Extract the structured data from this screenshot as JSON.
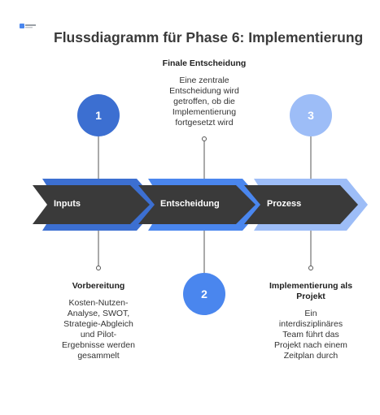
{
  "title": "Flussdiagramm für Phase 6: Implementierung",
  "colors": {
    "dark": "#3a3a3a",
    "blue1": "#3c6fd1",
    "blue2": "#4a86ee",
    "blue3": "#9dbdf7",
    "stem": "#555555"
  },
  "steps": [
    {
      "number": "1",
      "arrow_label": "Inputs",
      "heading": "Vorbereitung",
      "body": [
        "Kosten-Nutzen-",
        "Analyse, SWOT,",
        "Strategie-Abgleich",
        "und Pilot-",
        "Ergebnisse werden",
        "gesammelt"
      ]
    },
    {
      "number": "2",
      "arrow_label": "Entscheidung",
      "heading": "Finale Entscheidung",
      "body": [
        "Eine zentrale",
        "Entscheidung wird",
        "getroffen, ob die",
        "Implementierung",
        "fortgesetzt wird"
      ]
    },
    {
      "number": "3",
      "arrow_label": "Prozess",
      "heading": "Implementierung als Projekt",
      "heading_lines": [
        "Implementierung als",
        "Projekt"
      ],
      "body": [
        "Ein",
        "interdisziplinäres",
        "Team führt das",
        "Projekt nach einem",
        "Zeitplan durch"
      ]
    }
  ]
}
